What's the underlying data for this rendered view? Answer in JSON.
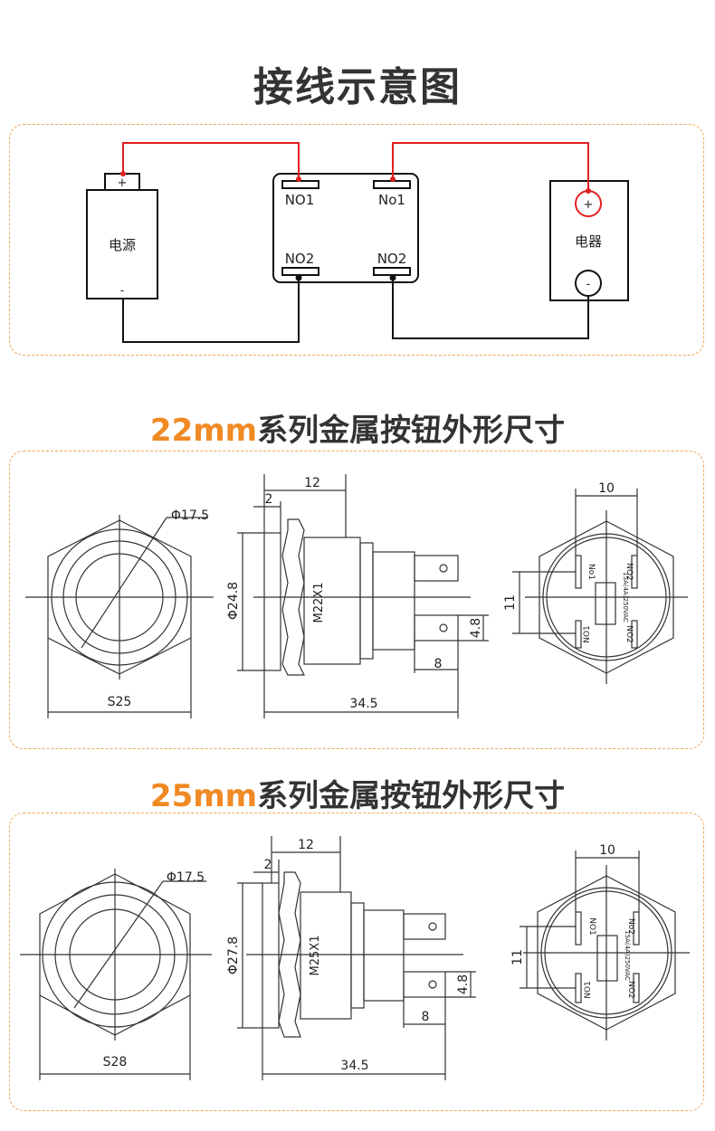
{
  "header": {
    "title": "接线示意图"
  },
  "wiring": {
    "power_label": "电源",
    "plus": "+",
    "minus": "-",
    "switch_labels": {
      "top_left": "NO1",
      "top_right": "No1",
      "bottom_left": "NO2",
      "bottom_right": "NO2"
    },
    "load_label": "电器",
    "wire_color": "#e02020"
  },
  "section22": {
    "title_size": "22mm",
    "title_rest": "系列金属按钮外形尺寸",
    "dims": {
      "phi_head": "Φ17.5",
      "s": "S25",
      "total_len": "12",
      "flange": "2",
      "phi_body": "Φ24.8",
      "thread": "M22X1",
      "length": "34.5",
      "terminal_len": "8",
      "terminal_w": "4.8",
      "back_w": "10",
      "back_h": "11",
      "pin_tl": "No1",
      "pin_tr": "NO2",
      "pin_bl": "NO1",
      "pin_br": "NO2",
      "rating": "15A(4A)250VAC"
    }
  },
  "section25": {
    "title_size": "25mm",
    "title_rest": "系列金属按钮外形尺寸",
    "dims": {
      "phi_head": "Φ17.5",
      "s": "S28",
      "total_len": "12",
      "flange": "2",
      "phi_body": "Φ27.8",
      "thread": "M25X1",
      "length": "34.5",
      "terminal_len": "8",
      "terminal_w": "4.8",
      "back_w": "10",
      "back_h": "11",
      "pin_tl": "NO1",
      "pin_tr": "No2",
      "pin_bl": "NO1",
      "pin_br": "NO2",
      "rating": "15A(4A)250VAC"
    }
  }
}
